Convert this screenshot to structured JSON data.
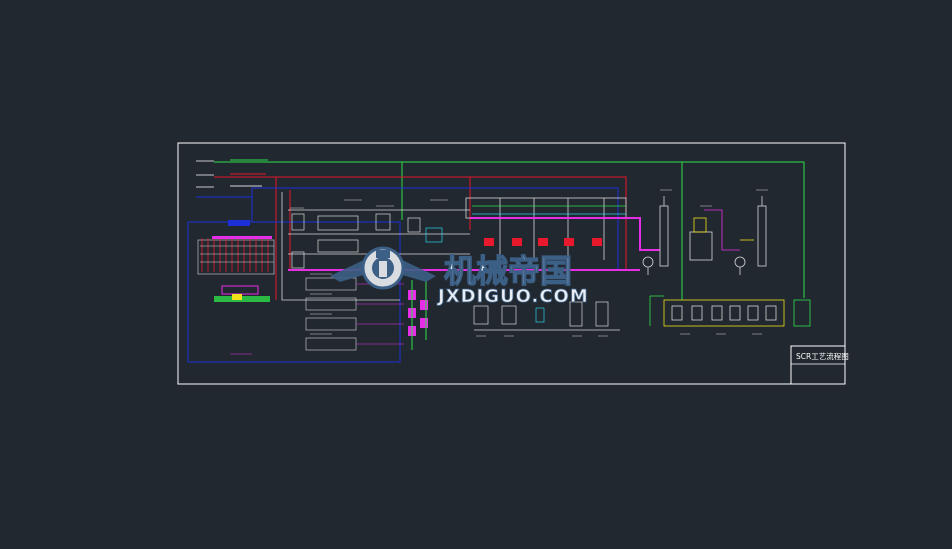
{
  "drawing": {
    "title_block_text": "SCR工艺流程图",
    "colors": {
      "background": "#212830",
      "frame": "#ffffff",
      "green": "#2ee04a",
      "red": "#e8192c",
      "blue": "#1d2fd8",
      "magenta": "#e62ee6",
      "yellow": "#f2e21a",
      "cyan": "#2ad4e6",
      "white_line": "#d8d8d8"
    }
  },
  "watermark": {
    "chinese": "机械帝国",
    "latin": "JXDIGUO.COM"
  }
}
